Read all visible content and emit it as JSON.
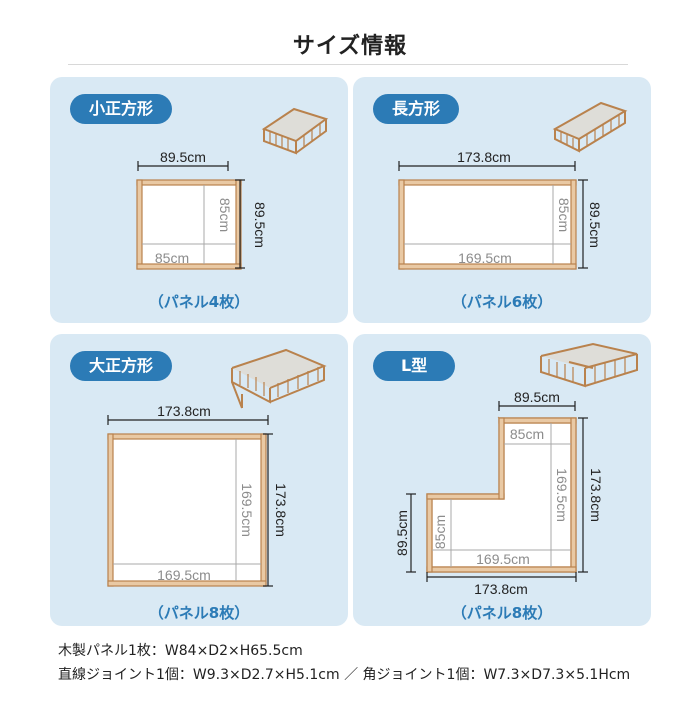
{
  "title": "サイズ情報",
  "cards": [
    {
      "name": "小正方形",
      "panels": "（パネル4枚）",
      "width": "89.5cm",
      "depth": "89.5cm",
      "inner_width": "85cm",
      "inner_depth": "85cm"
    },
    {
      "name": "長方形",
      "panels": "（パネル6枚）",
      "width": "173.8cm",
      "depth": "89.5cm",
      "inner_width": "169.5cm",
      "inner_depth": "85cm"
    },
    {
      "name": "大正方形",
      "panels": "（パネル8枚）",
      "width": "173.8cm",
      "depth": "173.8cm",
      "inner_width": "169.5cm",
      "inner_depth": "169.5cm"
    },
    {
      "name": "L型",
      "panels": "（パネル8枚）",
      "top_width": "89.5cm",
      "top_inner": "85cm",
      "right_depth": "173.8cm",
      "right_inner": "169.5cm",
      "left_depth": "89.5cm",
      "left_inner": "85cm",
      "bottom_inner": "169.5cm",
      "bottom_width": "173.8cm"
    }
  ],
  "specs": [
    "木製パネル1枚：W84×D2×H65.5cm",
    "直線ジョイント1個：W9.3×D2.7×H5.1cm ／ 角ジョイント1個：W7.3×D7.3×5.1Hcm"
  ],
  "colors": {
    "badge": "#2c7bb6",
    "card": "#d9e9f4",
    "wood": "#b9824d"
  }
}
